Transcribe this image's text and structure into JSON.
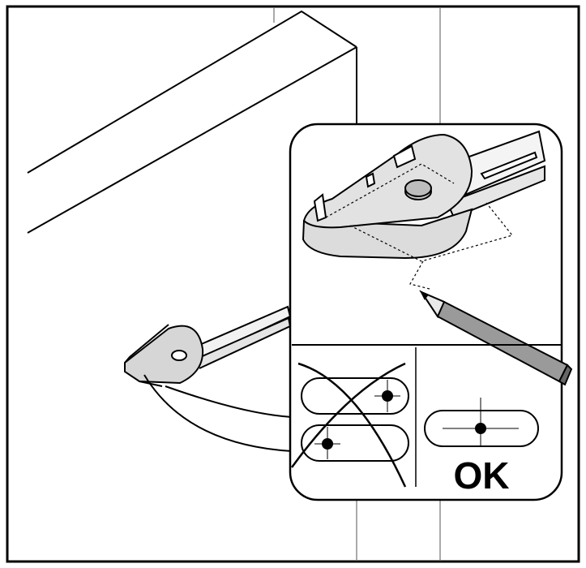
{
  "figure": {
    "status_label": "OK",
    "colors": {
      "ink": "#000000",
      "paper": "#ffffff",
      "metal_fill": "#d6d6d6",
      "metal_light": "#ececec",
      "pencil_body": "#9a9a9a",
      "pencil_wood": "#e8e8e8"
    },
    "icons": [
      "cabinet-panel",
      "hinge-bracket",
      "magnifier-inset",
      "pencil-icon",
      "wrong-slot-marking",
      "correct-slot-marking",
      "cross-out-icon"
    ]
  }
}
